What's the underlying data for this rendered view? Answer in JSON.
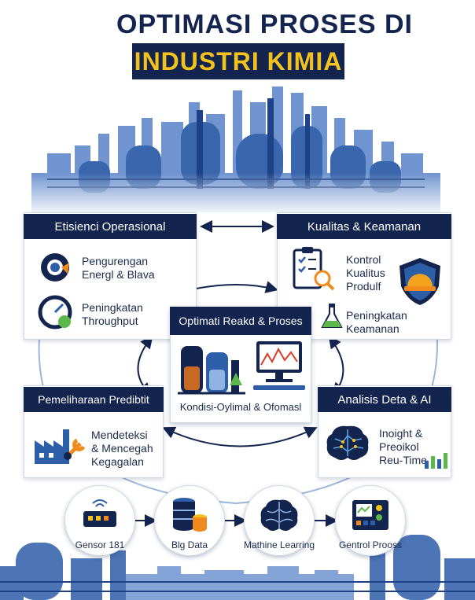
{
  "title": {
    "line1": "OPTIMASI PROSES DI",
    "line2": "INDUSTRI KIMIA"
  },
  "cards": {
    "efisiensi": {
      "header": "Etisienci Operasional",
      "items": [
        {
          "line1": "Pengurengan",
          "line2": "Energl & Blava"
        },
        {
          "line1": "Peningkatan",
          "line2": "Throughput"
        }
      ]
    },
    "kualitas": {
      "header": "Kualitas & Keamanan",
      "items": [
        {
          "line1": "Kontrol",
          "line2": "Kualitus",
          "line3": "Produlf"
        },
        {
          "line1": "Peningkatan",
          "line2": "Keamanan"
        }
      ]
    },
    "pemeliharaan": {
      "header": "Pemeliharaan Predibtit",
      "items": [
        {
          "line1": "Mendeteksi",
          "line2": "& Mencegah",
          "line3": "Kegagalan"
        }
      ]
    },
    "analisis": {
      "header": "Analisis Deta & AI",
      "items": [
        {
          "line1": "Inoight &",
          "line2": "Preoikol",
          "line3": "Reu-Time"
        }
      ]
    },
    "center": {
      "header": "Optimati Reakd & Proses",
      "footer": "Kondisi-Oylimal & Ofomasl"
    }
  },
  "pipeline": [
    {
      "label": "Gensor 181",
      "icon": "sensor-icon"
    },
    {
      "label": "Blg Data",
      "icon": "database-icon"
    },
    {
      "label": "Mathine Learring",
      "icon": "brain-icon"
    },
    {
      "label": "Gentrol Prooss",
      "icon": "control-panel-icon"
    }
  ],
  "colors": {
    "navy": "#13244f",
    "blue": "#2d5ea8",
    "yellow": "#f3c21d",
    "orange": "#f08a1c",
    "green": "#5cb84a",
    "lightblue": "#8fb3e3"
  }
}
